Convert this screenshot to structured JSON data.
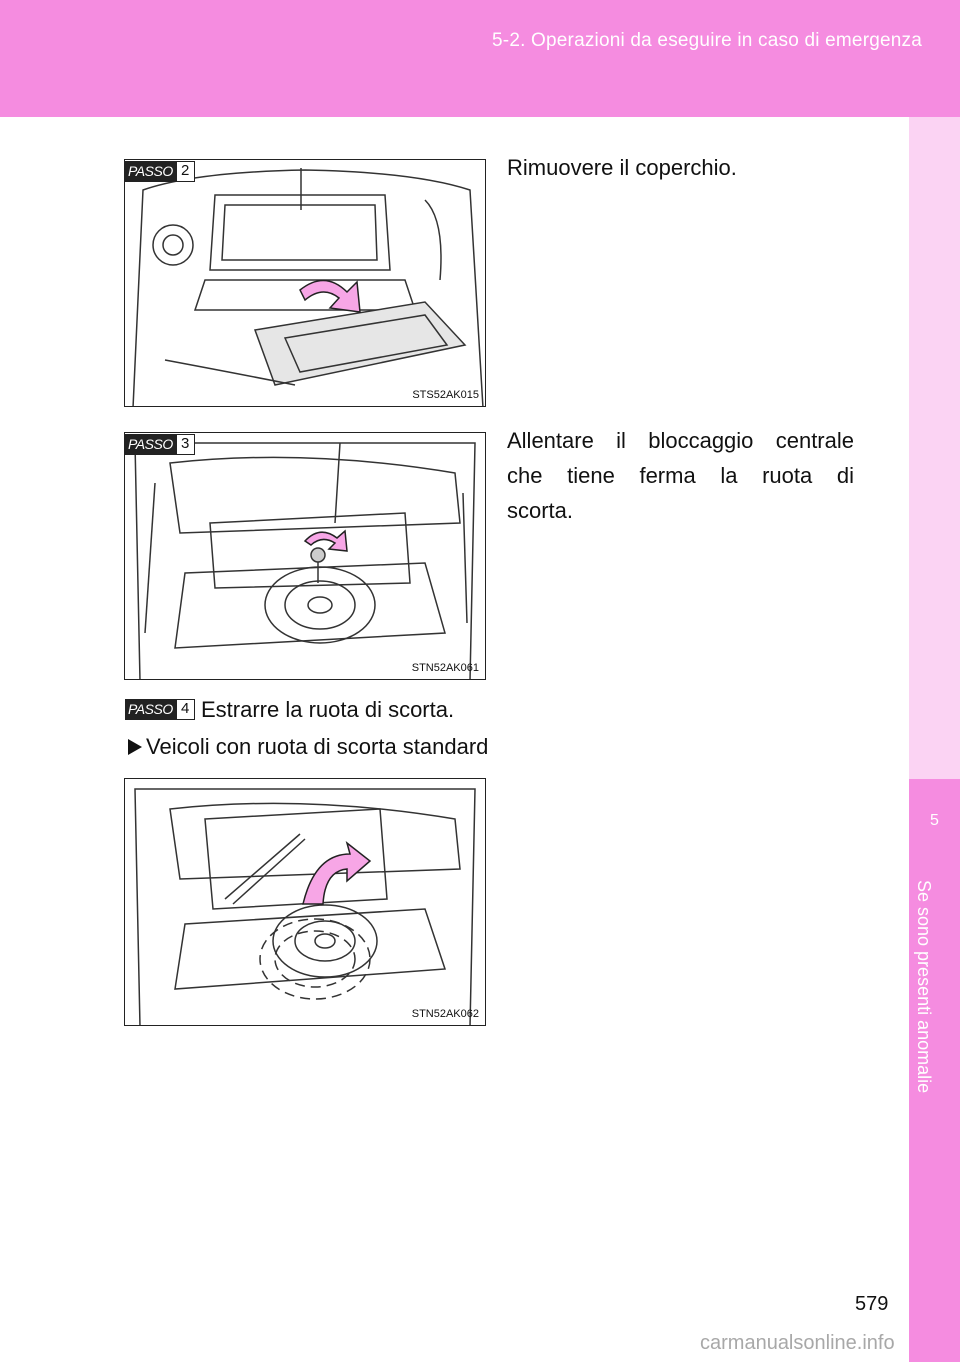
{
  "header": {
    "title": "5-2. Operazioni da eseguire in caso di emergenza"
  },
  "sidebar": {
    "chapter_number": "5",
    "chapter_title": "Se sono presenti anomalie"
  },
  "steps": [
    {
      "badge_word": "PASSO",
      "badge_number": "2",
      "text": "Rimuovere il coperchio.",
      "figure_code": "STS52AK015"
    },
    {
      "badge_word": "PASSO",
      "badge_number": "3",
      "text_lines": [
        "Allentare il bloccaggio centrale",
        "che tiene ferma la ruota di",
        "scorta."
      ],
      "figure_code": "STN52AK061"
    },
    {
      "badge_word": "PASSO",
      "badge_number": "4",
      "text": "Estrarre la ruota di scorta.",
      "figure_code": "STN52AK062"
    }
  ],
  "sub_item": {
    "bullet_icon": "triangle-right-icon",
    "text": "Veicoli con ruota di scorta standard"
  },
  "page_number": "579",
  "watermark": "carmanualsonline.info",
  "colors": {
    "accent_pink": "#f58ce0",
    "light_pink": "#fbd3f3",
    "arrow_pink": "#f7a6e6"
  }
}
